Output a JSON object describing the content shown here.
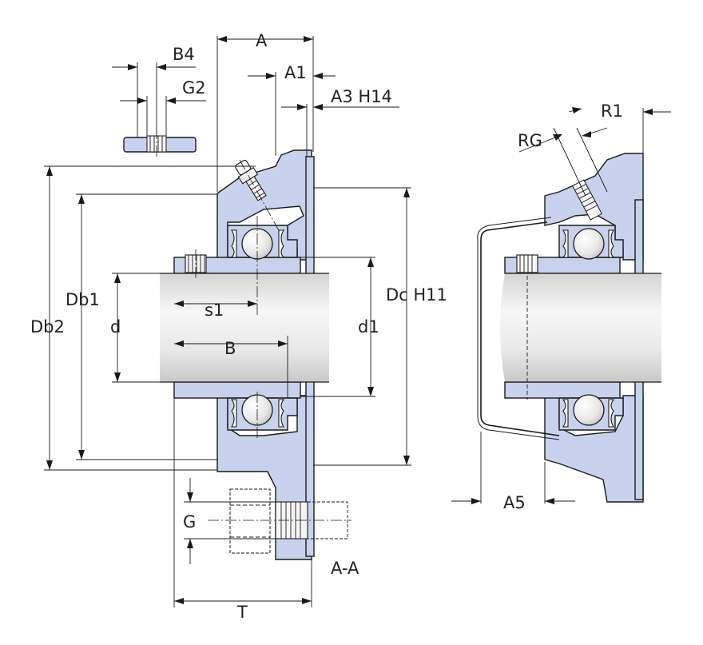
{
  "labels": {
    "A": "A",
    "A1": "A1",
    "A3": "A3 H14",
    "B4": "B4",
    "G2": "G2",
    "Db2": "Db2",
    "Db1": "Db1",
    "d": "d",
    "s1": "s1",
    "B": "B",
    "d1": "d1",
    "Dc": "Dc H11",
    "G": "G",
    "T": "T",
    "section": "A-A",
    "RG": "RG",
    "R1": "R1",
    "A5": "A5"
  },
  "colors": {
    "housing": "#c8d2ec",
    "line": "#1a1a1a",
    "shaft_light": "#f4f4f4",
    "shaft_dark": "#cfcfcf"
  }
}
